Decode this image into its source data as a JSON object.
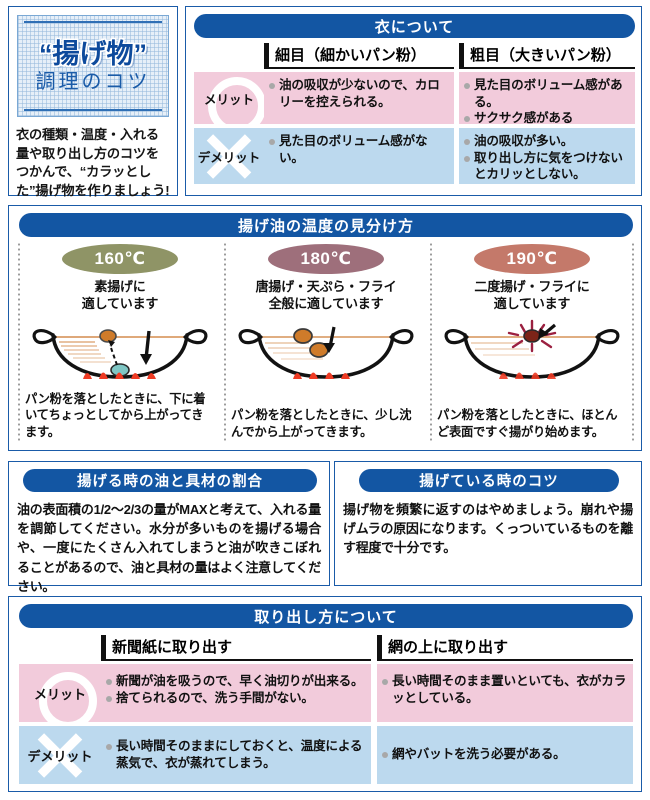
{
  "title_badge": {
    "main": "“揚げ物”",
    "sub": "調理のコツ",
    "lead": "衣の種類・温度・入れる量や取り出し方のコツをつかんで、“カラッとした”揚げ物を作りましょう!"
  },
  "koromo": {
    "header": "衣について",
    "columns": [
      "細目（細かいパン粉）",
      "粗目（大きいパン粉）"
    ],
    "rows": [
      {
        "label": "メリット",
        "icon": "circle-o-icon",
        "cells": [
          [
            "油の吸収が少ないので、カロリーを控えられる。"
          ],
          [
            "見た目のボリューム感がある。",
            "サクサク感がある"
          ]
        ]
      },
      {
        "label": "デメリット",
        "icon": "cross-x-icon",
        "cells": [
          [
            "見た目のボリューム感がない。"
          ],
          [
            "油の吸収が多い。",
            "取り出し方に気をつけないとカリッとしない。"
          ]
        ]
      }
    ]
  },
  "temperature": {
    "header": "揚げ油の温度の見分け方",
    "items": [
      {
        "temp": "160℃",
        "color": "#8f9466",
        "use": "素揚げに\n適しています",
        "note": "パン粉を落としたときに、下に着いてちょっとしてから上がってきます。"
      },
      {
        "temp": "180℃",
        "color": "#9e6f7b",
        "use": "唐揚げ・天ぷら・フライ\n全般に適しています",
        "note": "パン粉を落としたときに、少し沈んでから上がってきます。"
      },
      {
        "temp": "190℃",
        "color": "#c4796a",
        "use": "二度揚げ・フライに\n適しています",
        "note": "パン粉を落としたときに、ほとんど表面ですぐ揚がり始めます。"
      }
    ]
  },
  "ratio": {
    "header": "揚げる時の油と具材の割合",
    "text": "油の表面積の1/2～2/3の量がMAXと考えて、入れる量を調節してください。水分が多いものを揚げる場合や、一度にたくさん入れてしまうと油が吹きこぼれることがあるので、油と具材の量はよく注意してください。"
  },
  "while_frying": {
    "header": "揚げている時のコツ",
    "text": "揚げ物を頻繁に返すのはやめましょう。崩れや揚げムラの原因になります。くっついているものを離す程度で十分です。"
  },
  "removal": {
    "header": "取り出し方について",
    "columns": [
      "新聞紙に取り出す",
      "網の上に取り出す"
    ],
    "rows": [
      {
        "label": "メリット",
        "icon": "circle-o-icon",
        "cells": [
          [
            "新聞が油を吸うので、早く油切りが出来る。",
            "捨てられるので、洗う手間がない。"
          ],
          [
            "長い時間そのまま置いといても、衣がカラッとしている。"
          ]
        ]
      },
      {
        "label": "デメリット",
        "icon": "cross-x-icon",
        "cells": [
          [
            "長い時間そのままにしておくと、温度による蒸気で、衣が蒸れてしまう。"
          ],
          [
            "網やバットを洗う必要がある。"
          ]
        ]
      }
    ]
  },
  "colors": {
    "brand_blue": "#1356a3",
    "panel_border": "#1a5ba8",
    "merit_bg": "#f2cbdb",
    "demerit_bg": "#bcd9ee"
  }
}
